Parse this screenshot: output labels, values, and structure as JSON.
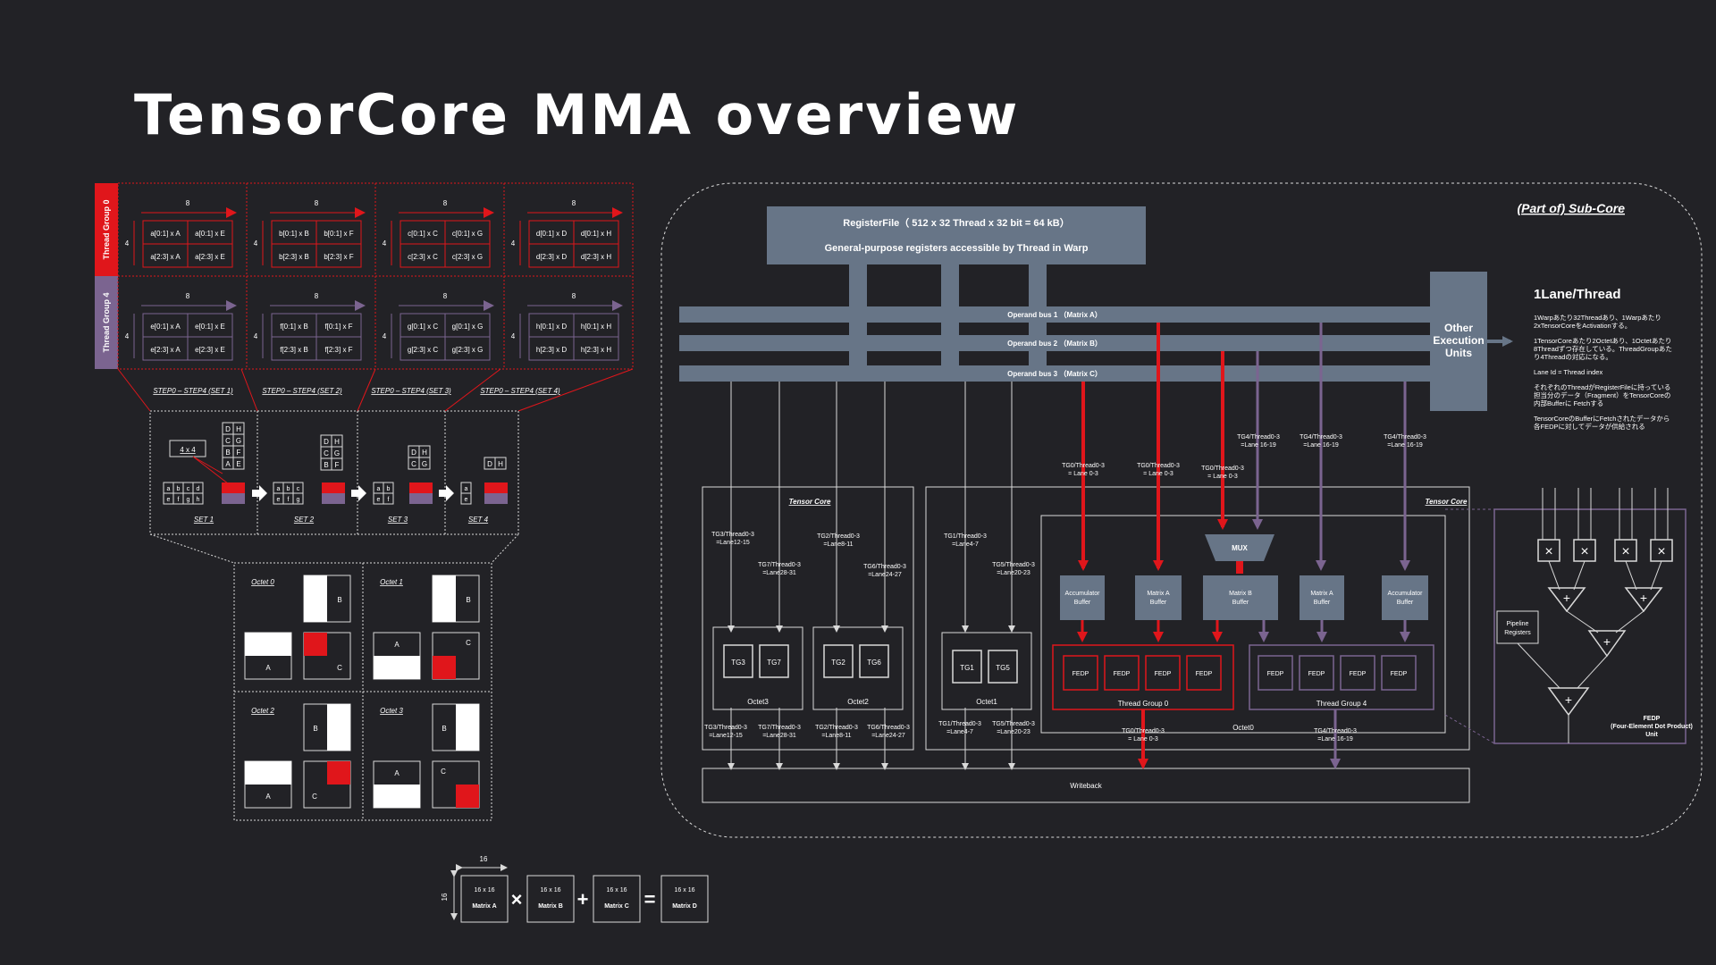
{
  "title": "TensorCore MMA overview",
  "colors": {
    "background": "#222226",
    "red": "#e0161b",
    "purple": "#7b6490",
    "slate": "#677587",
    "line": "#d9d9d9"
  },
  "thread_groups": {
    "tg0_label": "Thread Group 0",
    "tg4_label": "Thread Group 4",
    "width_label": "8",
    "height_label": "4",
    "tg0_cells": [
      [
        "a[0:1] x A",
        "a[0:1] x E",
        "a[2:3] x A",
        "a[2:3] x E"
      ],
      [
        "b[0:1] x B",
        "b[0:1] x F",
        "b[2:3] x B",
        "b[2:3] x F"
      ],
      [
        "c[0:1] x C",
        "c[0:1] x G",
        "c[2:3] x C",
        "c[2:3] x G"
      ],
      [
        "d[0:1] x D",
        "d[0:1] x H",
        "d[2:3] x D",
        "d[2:3] x H"
      ]
    ],
    "tg4_cells": [
      [
        "e[0:1] x A",
        "e[0:1] x E",
        "e[2:3] x A",
        "e[2:3] x E"
      ],
      [
        "f[0:1] x B",
        "f[0:1] x F",
        "f[2:3] x B",
        "f[2:3] x F"
      ],
      [
        "g[0:1] x C",
        "g[0:1] x G",
        "g[2:3] x C",
        "g[2:3] x G"
      ],
      [
        "h[0:1] x D",
        "h[0:1] x H",
        "h[2:3] x D",
        "h[2:3] x H"
      ]
    ],
    "step_labels": [
      "STEP0 – STEP4 (SET 1)",
      "STEP0 – STEP4 (SET 2)",
      "STEP0 – STEP4 (SET 3)",
      "STEP0 – STEP4 (SET 4)"
    ]
  },
  "sets": {
    "labels": [
      "SET 1",
      "SET 2",
      "SET 3",
      "SET 4"
    ],
    "size_label": "4 x 4",
    "letters": [
      "D",
      "H",
      "C",
      "G",
      "B",
      "F",
      "A",
      "E"
    ],
    "small_letters": [
      "a",
      "b",
      "c",
      "d",
      "e",
      "f",
      "g",
      "h"
    ]
  },
  "octets": {
    "labels": [
      "Octet 0",
      "Octet 1",
      "Octet 2",
      "Octet 3"
    ],
    "a": "A",
    "b": "B",
    "c": "C"
  },
  "legend": {
    "dim": "16",
    "matrix_size": "16 x 16",
    "matrices": [
      "Matrix A",
      "Matrix B",
      "Matrix C",
      "Matrix D"
    ],
    "ops": [
      "×",
      "+",
      "="
    ]
  },
  "subcore": {
    "title": "(Part of) Sub-Core",
    "register_file_line1": "RegisterFile（ 512 x 32 Thread x 32 bit = 64 kB）",
    "register_file_line2": "General-purpose registers accessible by Thread in Warp",
    "operand_buses": [
      "Operand bus 1 （Matrix A）",
      "Operand bus 2 （Matrix B）",
      "Operand bus 3 （Matrix C）"
    ],
    "other_units": [
      "Other",
      "Execution",
      "Units"
    ],
    "tensor_core_label": "Tensor Core",
    "writeback": "Writeback",
    "mux": "MUX",
    "octet_labels": [
      "Octet3",
      "Octet2",
      "Octet1",
      "Octet0"
    ],
    "tg_boxes": [
      "TG3",
      "TG7",
      "TG2",
      "TG6",
      "TG1",
      "TG5"
    ],
    "buffers": [
      [
        "Accumulator",
        "Buffer"
      ],
      [
        "Matrix A",
        "Buffer"
      ],
      [
        "Matrix B",
        "Buffer"
      ],
      [
        "Matrix A",
        "Buffer"
      ],
      [
        "Accumulator",
        "Buffer"
      ]
    ],
    "fedp": "FEDP",
    "thread_group_0": "Thread Group 0",
    "thread_group_4": "Thread Group 4",
    "lane_labels_in": [
      [
        "TG3/Thread0-3",
        "=Lane12-15"
      ],
      [
        "TG7/Thread0-3",
        "=Lane28-31"
      ],
      [
        "TG2/Thread0-3",
        "=Lane8-11"
      ],
      [
        "TG6/Thread0-3",
        "=Lane24-27"
      ],
      [
        "TG1/Thread0-3",
        "=Lane4-7"
      ],
      [
        "TG5/Thread0-3",
        "=Lane20-23"
      ]
    ],
    "lane_labels_out": [
      [
        "TG3/Thread0-3",
        "=Lane12-15"
      ],
      [
        "TG7/Thread0-3",
        "=Lane28-31"
      ],
      [
        "TG2/Thread0-3",
        "=Lane8-11"
      ],
      [
        "TG6/Thread0-3",
        "=Lane24-27"
      ],
      [
        "TG1/Thread0-3",
        "=Lane4-7"
      ],
      [
        "TG5/Thread0-3",
        "=Lane20-23"
      ]
    ],
    "tg0_lane": [
      "TG0/Thread0-3",
      "= Lane 0-3"
    ],
    "tg4_lane": [
      "TG4/Thread0-3",
      "=Lane 16-19"
    ],
    "tg0_out": [
      "TG0/Thread0-3",
      "= Lane 0-3"
    ],
    "tg4_out": [
      "TG4/Thread0-3",
      "=Lane 16-19"
    ]
  },
  "side_notes": {
    "heading": "1Lane/Thread",
    "para1": [
      "1Warpあたり32Threadあり、1Warpあたり",
      "2xTensorCoreをActivationする。"
    ],
    "para2": [
      "1TensorCoreあたり2Octetあり、1Octetあたり",
      "8Threadずつ存在している。ThreadGroupあた",
      "り4Threadの対応になる。"
    ],
    "para3": [
      "Lane Id = Thread index"
    ],
    "para4": [
      "それぞれのThreadがRegisterFileに持っている",
      "担当分のデータ（Fragment）をTensorCoreの",
      "内部Bufferに Fetchする"
    ],
    "para5": [
      "TensorCoreのBufferにFetchされたデータから",
      "各FEDPに対してデータが供給される"
    ]
  },
  "fedp_detail": {
    "pipeline": [
      "Pipeline",
      "Registers"
    ],
    "mul": "×",
    "add": "+",
    "caption": [
      "FEDP",
      "(Four-Element Dot Product)",
      "Unit"
    ]
  }
}
